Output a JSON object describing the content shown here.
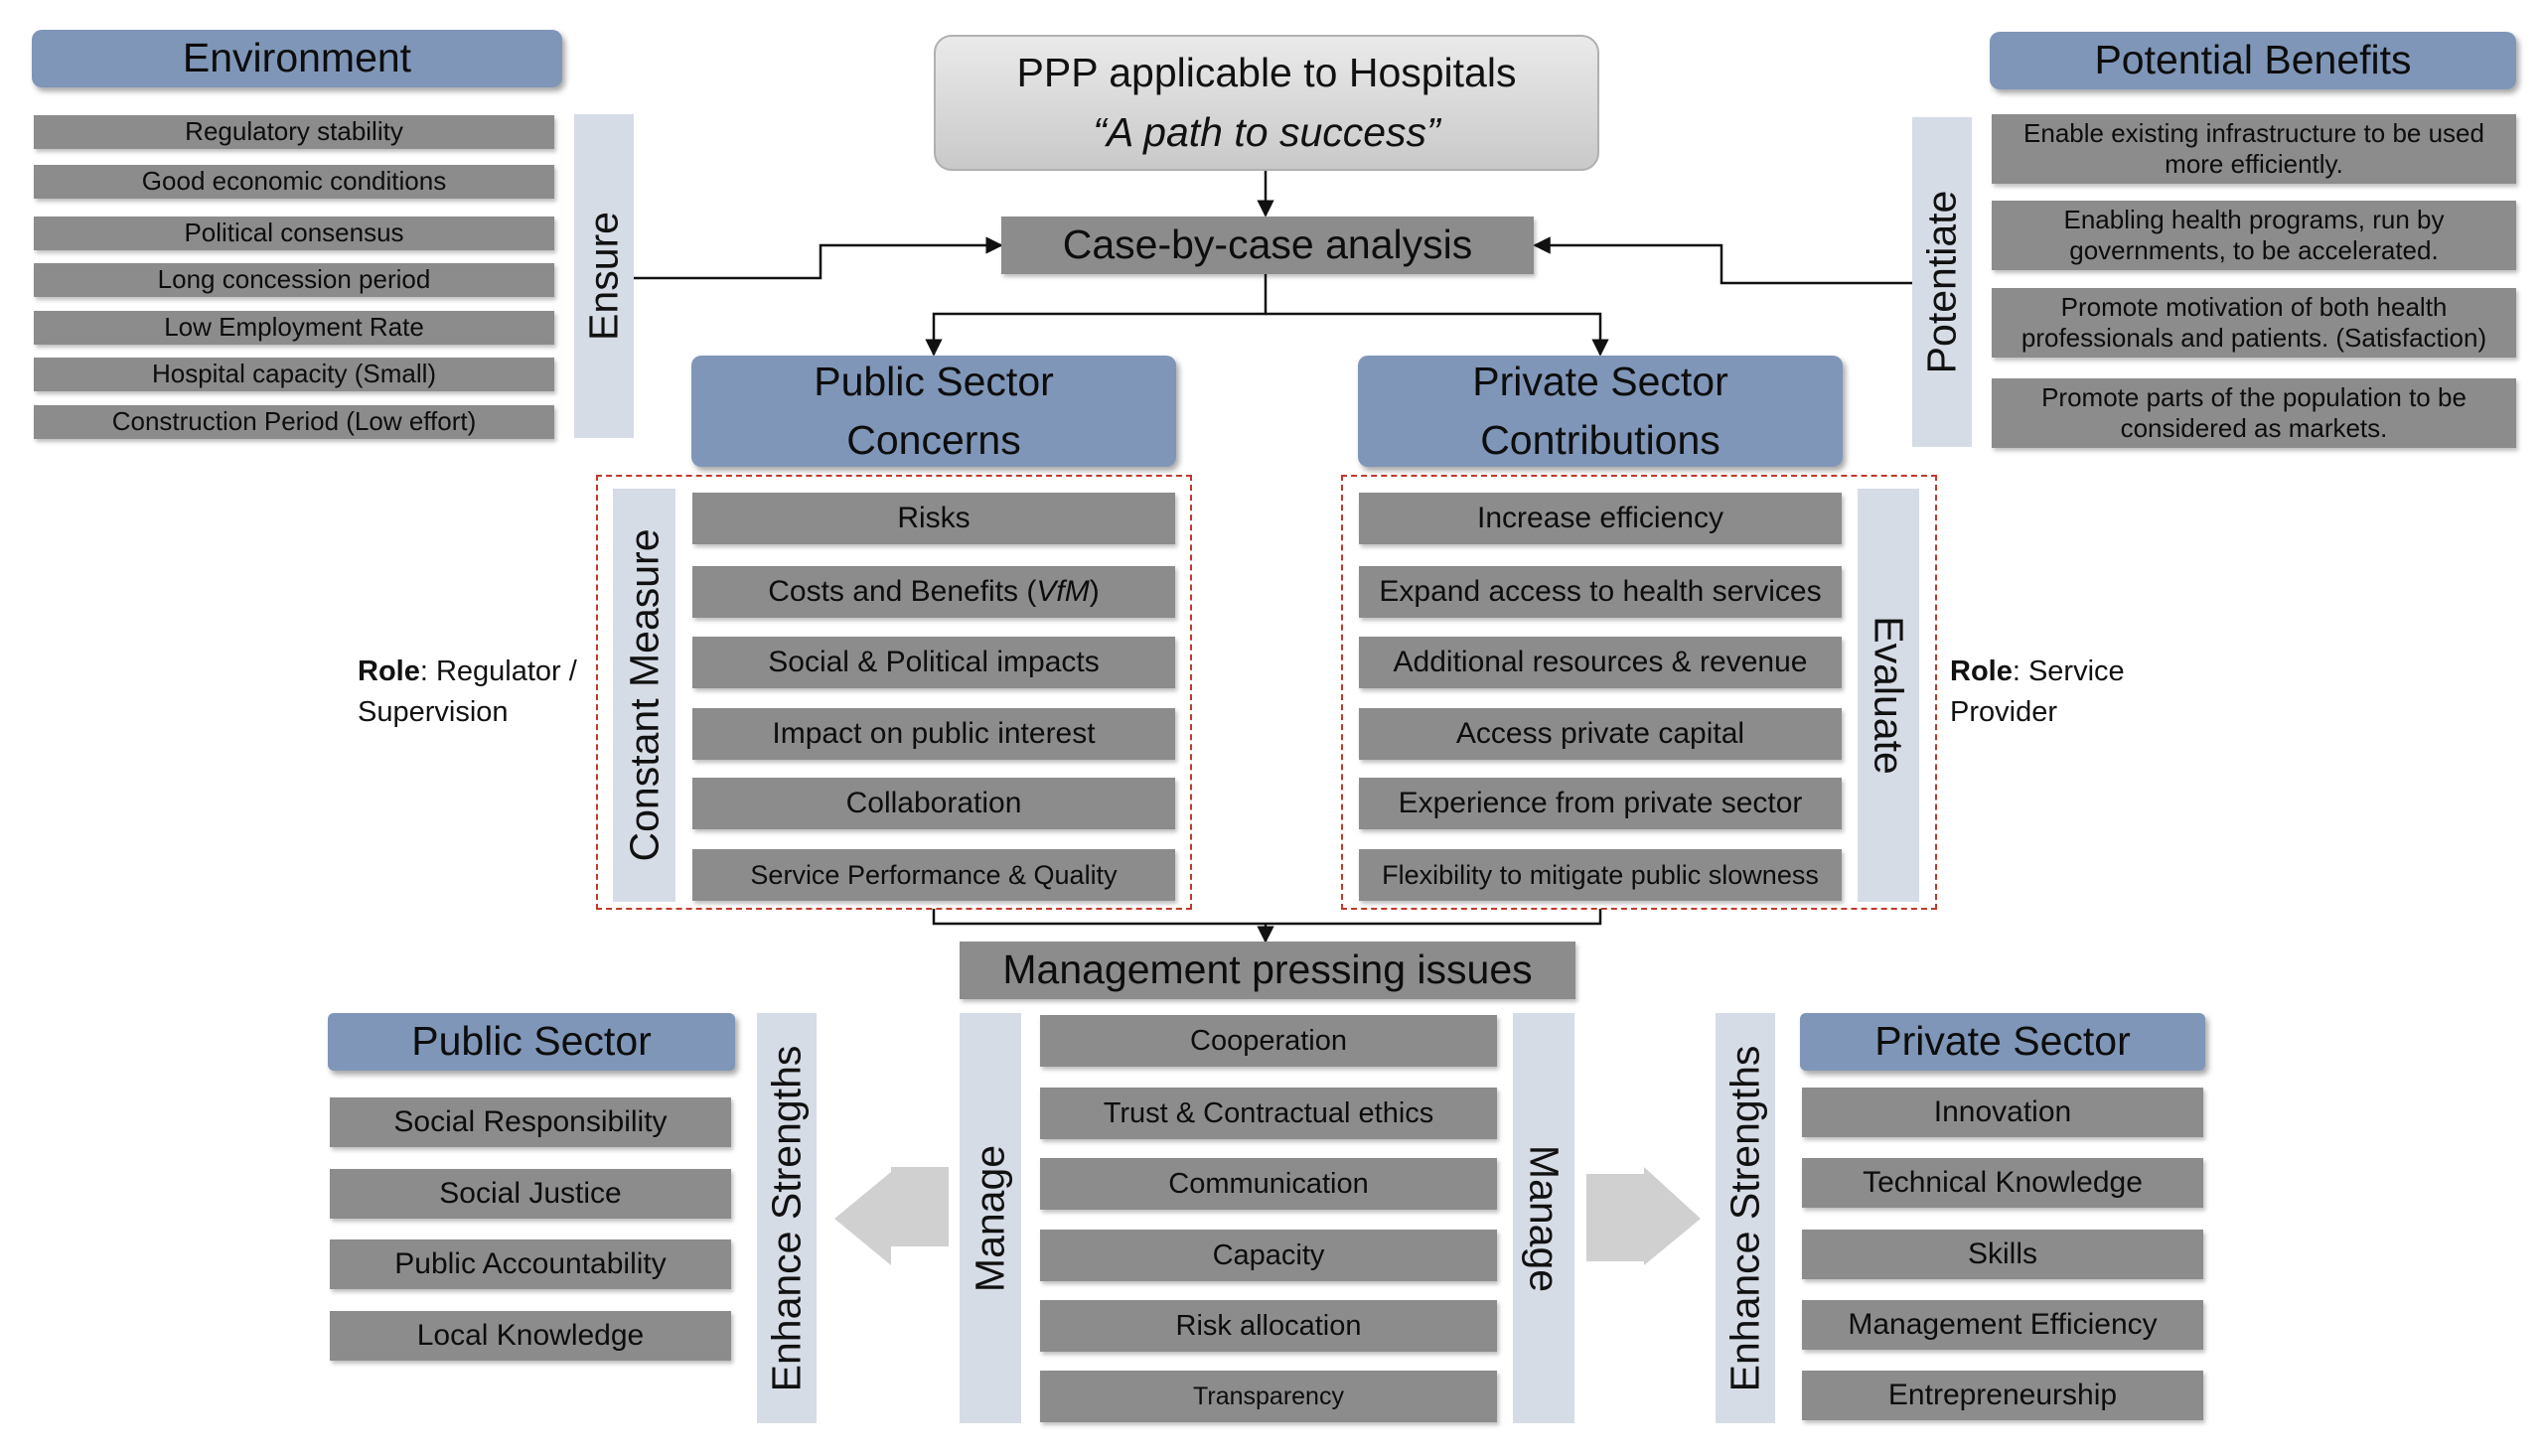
{
  "top": {
    "title_line1": "PPP applicable to Hospitals",
    "title_line2": "“A path to success”"
  },
  "case_analysis": "Case-by-case analysis",
  "environment": {
    "title": "Environment",
    "side_label": "Ensure",
    "items": [
      "Regulatory stability",
      "Good economic conditions",
      "Political consensus",
      "Long concession period",
      "Low Employment Rate",
      "Hospital capacity (Small)",
      "Construction Period (Low effort)"
    ]
  },
  "benefits": {
    "title": "Potential Benefits",
    "side_label": "Potentiate",
    "items": [
      "Enable existing infrastructure to be used more efficiently.",
      "Enabling health programs, run by governments, to be accelerated.",
      "Promote motivation of both health professionals and patients. (Satisfaction)",
      "Promote parts of the population to be considered as markets."
    ]
  },
  "public_concerns": {
    "title_line1": "Public Sector",
    "title_line2": "Concerns",
    "side_label": "Constant Measure",
    "items": [
      "Risks",
      {
        "pre": "Costs and Benefits (",
        "em": "VfM",
        "post": ")"
      },
      "Social & Political impacts",
      "Impact on public interest",
      "Collaboration",
      "Service Performance & Quality"
    ],
    "role_label": "Role",
    "role_text": ": Regulator / Supervision"
  },
  "private_contrib": {
    "title_line1": "Private Sector",
    "title_line2": "Contributions",
    "side_label": "Evaluate",
    "items": [
      "Increase efficiency",
      "Expand access to health services",
      "Additional resources & revenue",
      "Access private capital",
      "Experience from private sector",
      "Flexibility to mitigate public slowness"
    ],
    "role_label": "Role",
    "role_text": ": Service Provider"
  },
  "management": {
    "title": "Management pressing issues",
    "left_label": "Manage",
    "right_label": "Manage",
    "items": [
      "Cooperation",
      "Trust & Contractual ethics",
      "Communication",
      "Capacity",
      "Risk allocation",
      "Transparency"
    ]
  },
  "public_sector": {
    "title": "Public Sector",
    "side_label": "Enhance Strengths",
    "items": [
      "Social Responsibility",
      "Social Justice",
      "Public Accountability",
      "Local Knowledge"
    ]
  },
  "private_sector": {
    "title": "Private Sector",
    "side_label": "Enhance Strengths",
    "items": [
      "Innovation",
      "Technical Knowledge",
      "Skills",
      "Management Efficiency",
      "Entrepreneurship"
    ]
  },
  "colors": {
    "header_blue": "#7f96b8",
    "item_gray": "#8c8c8c",
    "side_bar": "#d6dce6",
    "dashed_red": "#c0392b"
  }
}
